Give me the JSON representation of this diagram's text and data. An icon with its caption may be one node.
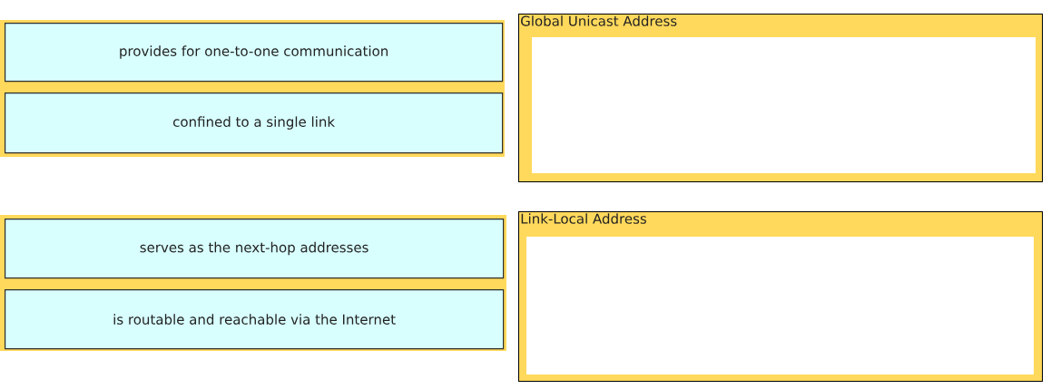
{
  "diagram": {
    "nodes": [
      {
        "text": [
          "provides for one-to-one communication"
        ]
      },
      {
        "text": [
          "confined to a single link"
        ]
      },
      {
        "text": [
          "serves as the next-hop addresses"
        ]
      },
      {
        "text": [
          "is routable and reachable via the Internet"
        ]
      },
      {
        "text": [
          "Global Unicast Address"
        ]
      },
      {
        "text": [
          "Link-Local Address"
        ]
      }
    ]
  }
}
